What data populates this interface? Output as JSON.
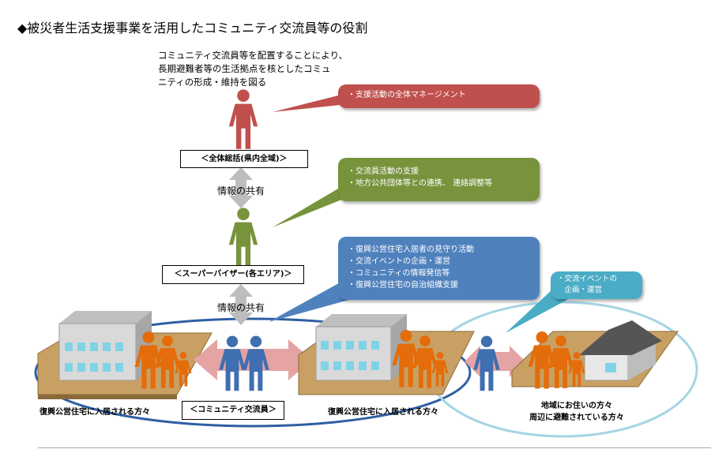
{
  "title": "◆被災者生活支援事業を活用したコミュニティ交流員等の役割",
  "intro": [
    "コミュニティ交流員等を配置することにより、",
    "長期避難者等の生活拠点を核としたコミュ",
    "ニティの形成・維持を図る"
  ],
  "roles": {
    "overall": "＜全体総括(県内全域)＞",
    "supervisor": "＜スーパーバイザー(各エリア)＞",
    "community": "＜コミュニティ交流員＞"
  },
  "share_label": "情報の共有",
  "callouts": {
    "red": [
      "・支援活動の全体マネージメント"
    ],
    "green": [
      "・交流員活動の支援",
      "・地方公共団体等との連携、 連絡調整等"
    ],
    "blue": [
      "・復興公営住宅入居者の見守り活動",
      "・交流イベントの企画・運営",
      "・コミュニティの情報発信等",
      "・復興公営住宅の自治組織支援"
    ],
    "teal": [
      "・交流イベントの",
      "　企画・運営"
    ]
  },
  "labels": {
    "left_residents": "復興公営住宅に入居される方々",
    "middle_residents": "復興公営住宅に入居される方々",
    "local_1": "地域にお住いの方々",
    "local_2": "周辺に避難されている方々"
  },
  "colors": {
    "red": "#c0504d",
    "green": "#77933c",
    "blue": "#4f81bd",
    "teal": "#4bacc6",
    "orange": "#e46c0a",
    "person_blue": "#3f6fb0"
  }
}
